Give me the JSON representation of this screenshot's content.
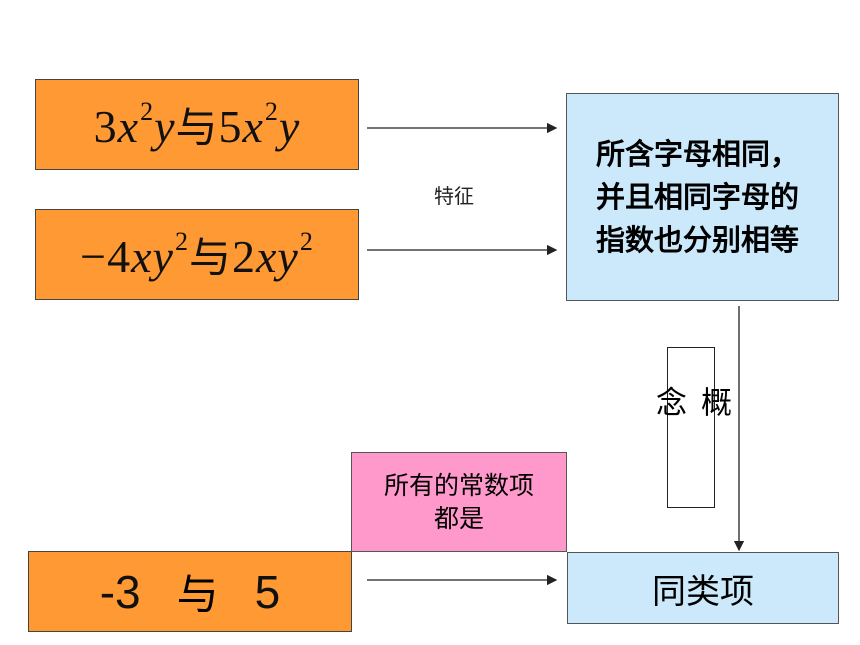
{
  "examples": [
    {
      "terms": "3x²y 与 5x²y"
    },
    {
      "terms": "−4xy² 与 2xy²"
    },
    {
      "left": "-3",
      "connector": "与",
      "right": "5"
    }
  ],
  "connector_word": "与",
  "feature_label": "特征",
  "feature_text": {
    "line1": "所含字母相同，",
    "line2": "并且相同字母的",
    "line3": "指数也分别相等"
  },
  "concept_label": "概念",
  "constants_note": {
    "line1": "所有的常数项",
    "line2": "都是"
  },
  "result": "同类项",
  "colors": {
    "example_fill": "#ff9933",
    "definition_fill": "#cce9fb",
    "note_fill": "#ff99cc"
  }
}
